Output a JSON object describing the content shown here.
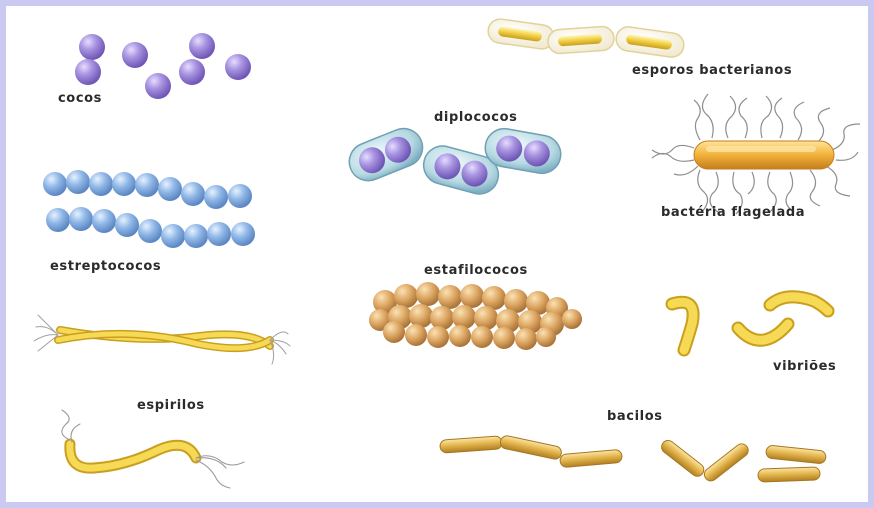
{
  "labels": {
    "cocos": "cocos",
    "esporos": "esporos bacterianos",
    "diplococos": "diplococos",
    "flagelada": "bactéria flagelada",
    "estreptococos": "estreptococos",
    "estafilococos": "estafilococos",
    "espirilos": "espirilos",
    "vibrioes": "vibriões",
    "bacilos": "bacilos"
  },
  "colors": {
    "frame": "#c9c9f2",
    "coccus": "#9a86d6",
    "chain": "#8fb4e4",
    "capsule": "#b9dbe6",
    "rod_yellow": "#f2cf42",
    "rod_gold": "#e0ac3c",
    "staph": "#dba45e",
    "flagella": "#9a9a9a"
  }
}
